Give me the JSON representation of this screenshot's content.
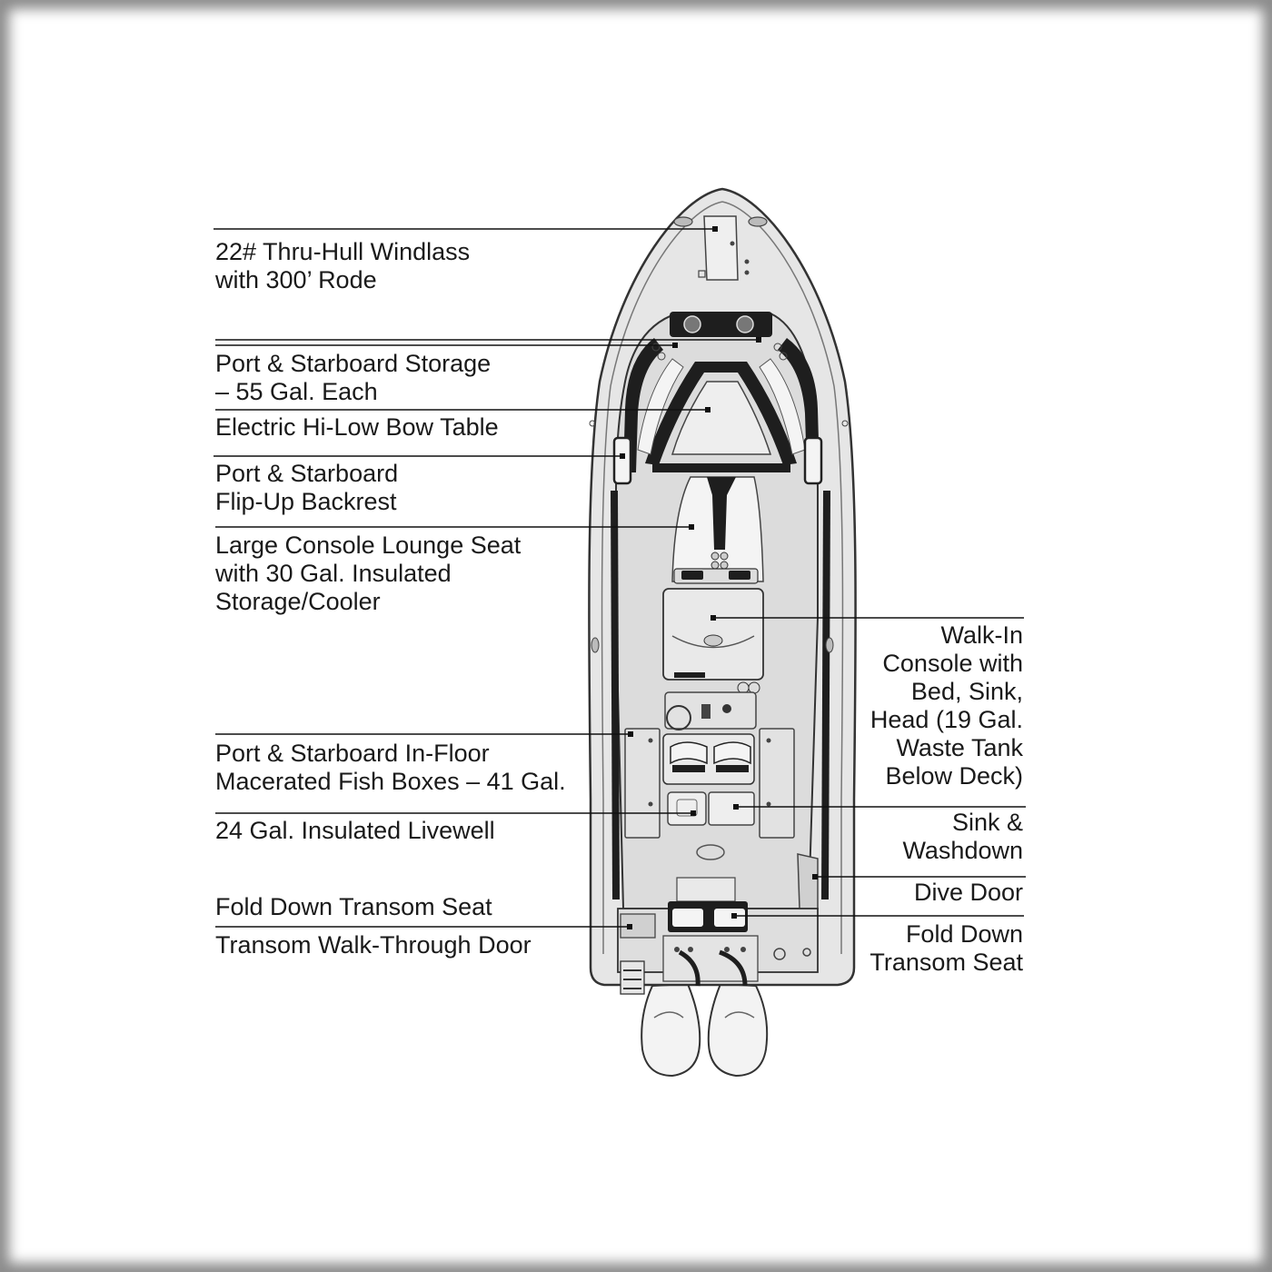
{
  "labels": {
    "windlass": "22# Thru-Hull Windlass\nwith 300’ Rode",
    "storage": "Port & Starboard Storage\n– 55 Gal. Each",
    "bow_table": "Electric Hi-Low Bow Table",
    "backrest": "Port & Starboard\nFlip-Up Backrest",
    "lounge_seat": "Large Console Lounge Seat\nwith 30 Gal. Insulated\nStorage/Cooler",
    "fish_boxes": "Port & Starboard In-Floor\nMacerated Fish Boxes – 41 Gal.",
    "livewell": "24 Gal. Insulated Livewell",
    "transom_seat_left": "Fold Down Transom Seat",
    "walk_through_door": "Transom Walk-Through Door",
    "walk_in_console": "Walk-In\nConsole with\nBed, Sink,\nHead (19 Gal.\nWaste Tank\nBelow Deck)",
    "sink_washdown": "Sink &\nWashdown",
    "dive_door": "Dive Door",
    "transom_seat_right": "Fold Down\nTransom Seat"
  },
  "colors": {
    "hull_fill": "#e6e6e6",
    "deck_fill": "#dcdcdc",
    "line": "#222222",
    "cushion": "#f4f4f4",
    "leader": "#111111"
  }
}
